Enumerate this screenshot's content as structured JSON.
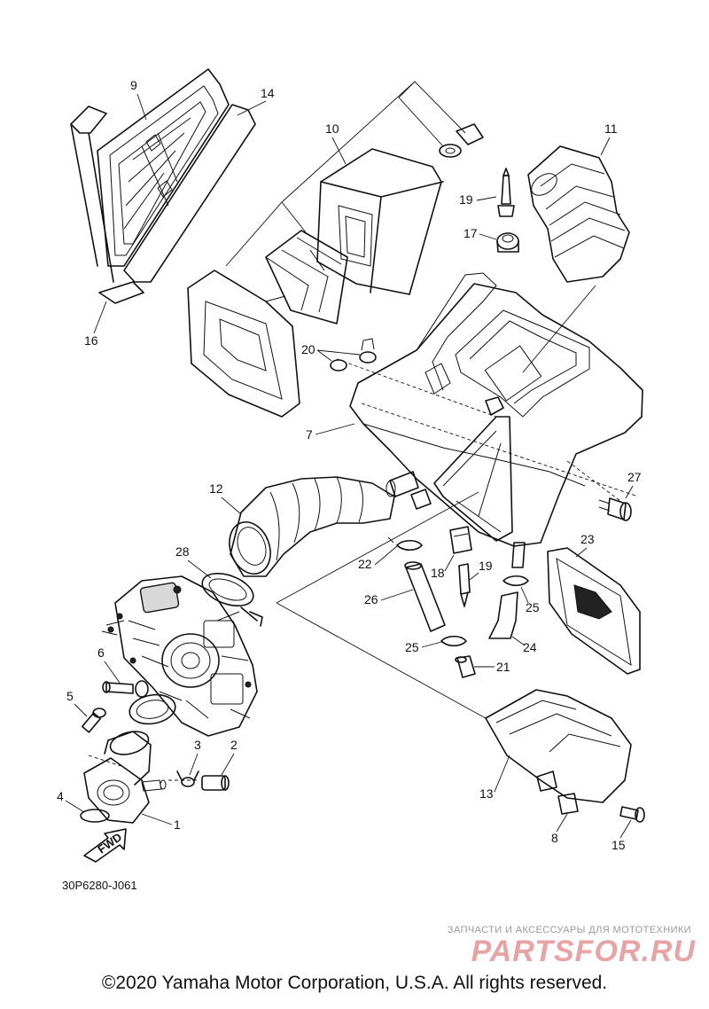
{
  "diagram": {
    "ref_code": "30P6280-J061",
    "fwd_label": "FWD",
    "callouts": [
      "9",
      "14",
      "10",
      "11",
      "19",
      "17",
      "20",
      "7",
      "27",
      "12",
      "28",
      "22",
      "18",
      "19",
      "23",
      "26",
      "25",
      "25",
      "24",
      "6",
      "5",
      "3",
      "2",
      "4",
      "1",
      "13",
      "8",
      "15",
      "21"
    ]
  },
  "watermark": {
    "tagline": "ЗАПЧАСТИ И АКСЕССУАРЫ ДЛЯ МОТОТЕХНИКИ",
    "logo": "PARTSFOR.RU"
  },
  "footer": {
    "copyright": "©2020 Yamaha Motor Corporation, U.S.A. All rights reserved."
  }
}
